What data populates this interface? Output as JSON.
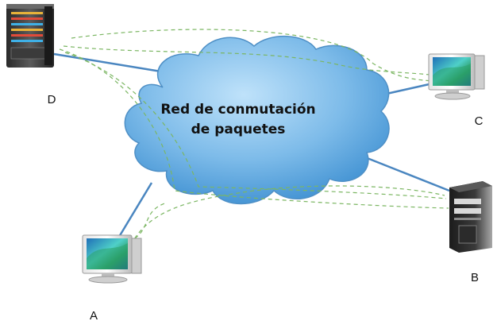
{
  "network": {
    "label_line1": "Red de conmutación",
    "label_line2": "de paquetes"
  },
  "nodes": {
    "d": {
      "label": "D",
      "kind": "server"
    },
    "c": {
      "label": "C",
      "kind": "monitor"
    },
    "b": {
      "label": "B",
      "kind": "tower-pc"
    },
    "a": {
      "label": "A",
      "kind": "monitor"
    }
  },
  "colors": {
    "cloud_light": "#a9d6f5",
    "cloud_dark": "#3d8fd1",
    "cloud_stroke": "#4f90c6",
    "link": "#4a86c0",
    "path_dashed": "#7bb662"
  }
}
